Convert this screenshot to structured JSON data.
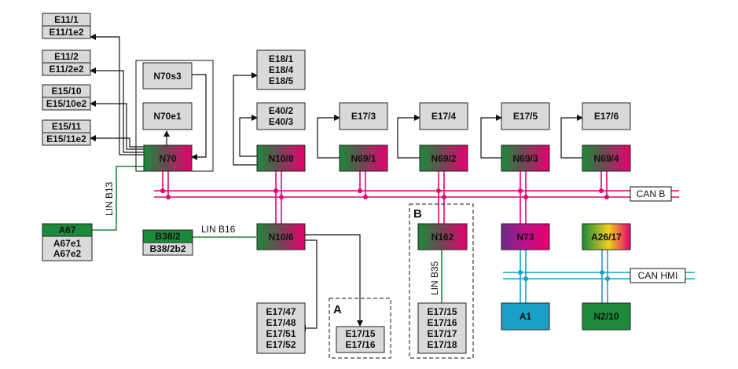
{
  "colors": {
    "pink_bus": "#e6006e",
    "cyan_bus": "#1aa0c8",
    "lin_green": "#1c8a3a",
    "module_green": "#1c8a3a",
    "box_gray": "#d9d9d9",
    "a1_blue": "#1aa0c8"
  },
  "left_lamps": {
    "e11_1": [
      "E11/1",
      "E11/1e2"
    ],
    "e11_2": [
      "E11/2",
      "E11/2e2"
    ],
    "e15_10": [
      "E15/10",
      "E15/10e2"
    ],
    "e15_11": [
      "E15/11",
      "E15/11e2"
    ]
  },
  "modules": {
    "n70s3": "N70s3",
    "n70e1": "N70e1",
    "n70": "N70",
    "n10_8": "N10/8",
    "n69_1": "N69/1",
    "n69_2": "N69/2",
    "n69_3": "N69/3",
    "n69_4": "N69/4",
    "n10_6": "N10/6",
    "n162": "N162",
    "n73": "N73",
    "a26_17": "A26/17",
    "a1": "A1",
    "n2_10": "N2/10",
    "a67": "A67",
    "a67_sub": [
      "A67e1",
      "A67e2"
    ],
    "b38_2": "B38/2",
    "b38_2b2": "B38/2b2"
  },
  "lamp_groups": {
    "e18": [
      "E18/1",
      "E18/4",
      "E18/5"
    ],
    "e40": [
      "E40/2",
      "E40/3"
    ],
    "e17_3": "E17/3",
    "e17_4": "E17/4",
    "e17_5": "E17/5",
    "e17_6": "E17/6",
    "e17_47": [
      "E17/47",
      "E17/48",
      "E17/51",
      "E17/52"
    ],
    "e17_15a": [
      "E17/15",
      "E17/16"
    ],
    "e17_15b": [
      "E17/15",
      "E17/16",
      "E17/17",
      "E17/18"
    ]
  },
  "bus_labels": {
    "can_b": "CAN B",
    "can_hmi": "CAN HMI",
    "lin_b13": "LIN B13",
    "lin_b16": "LIN B16",
    "lin_b35": "LIN B35"
  },
  "sections": {
    "a": "A",
    "b": "B"
  }
}
